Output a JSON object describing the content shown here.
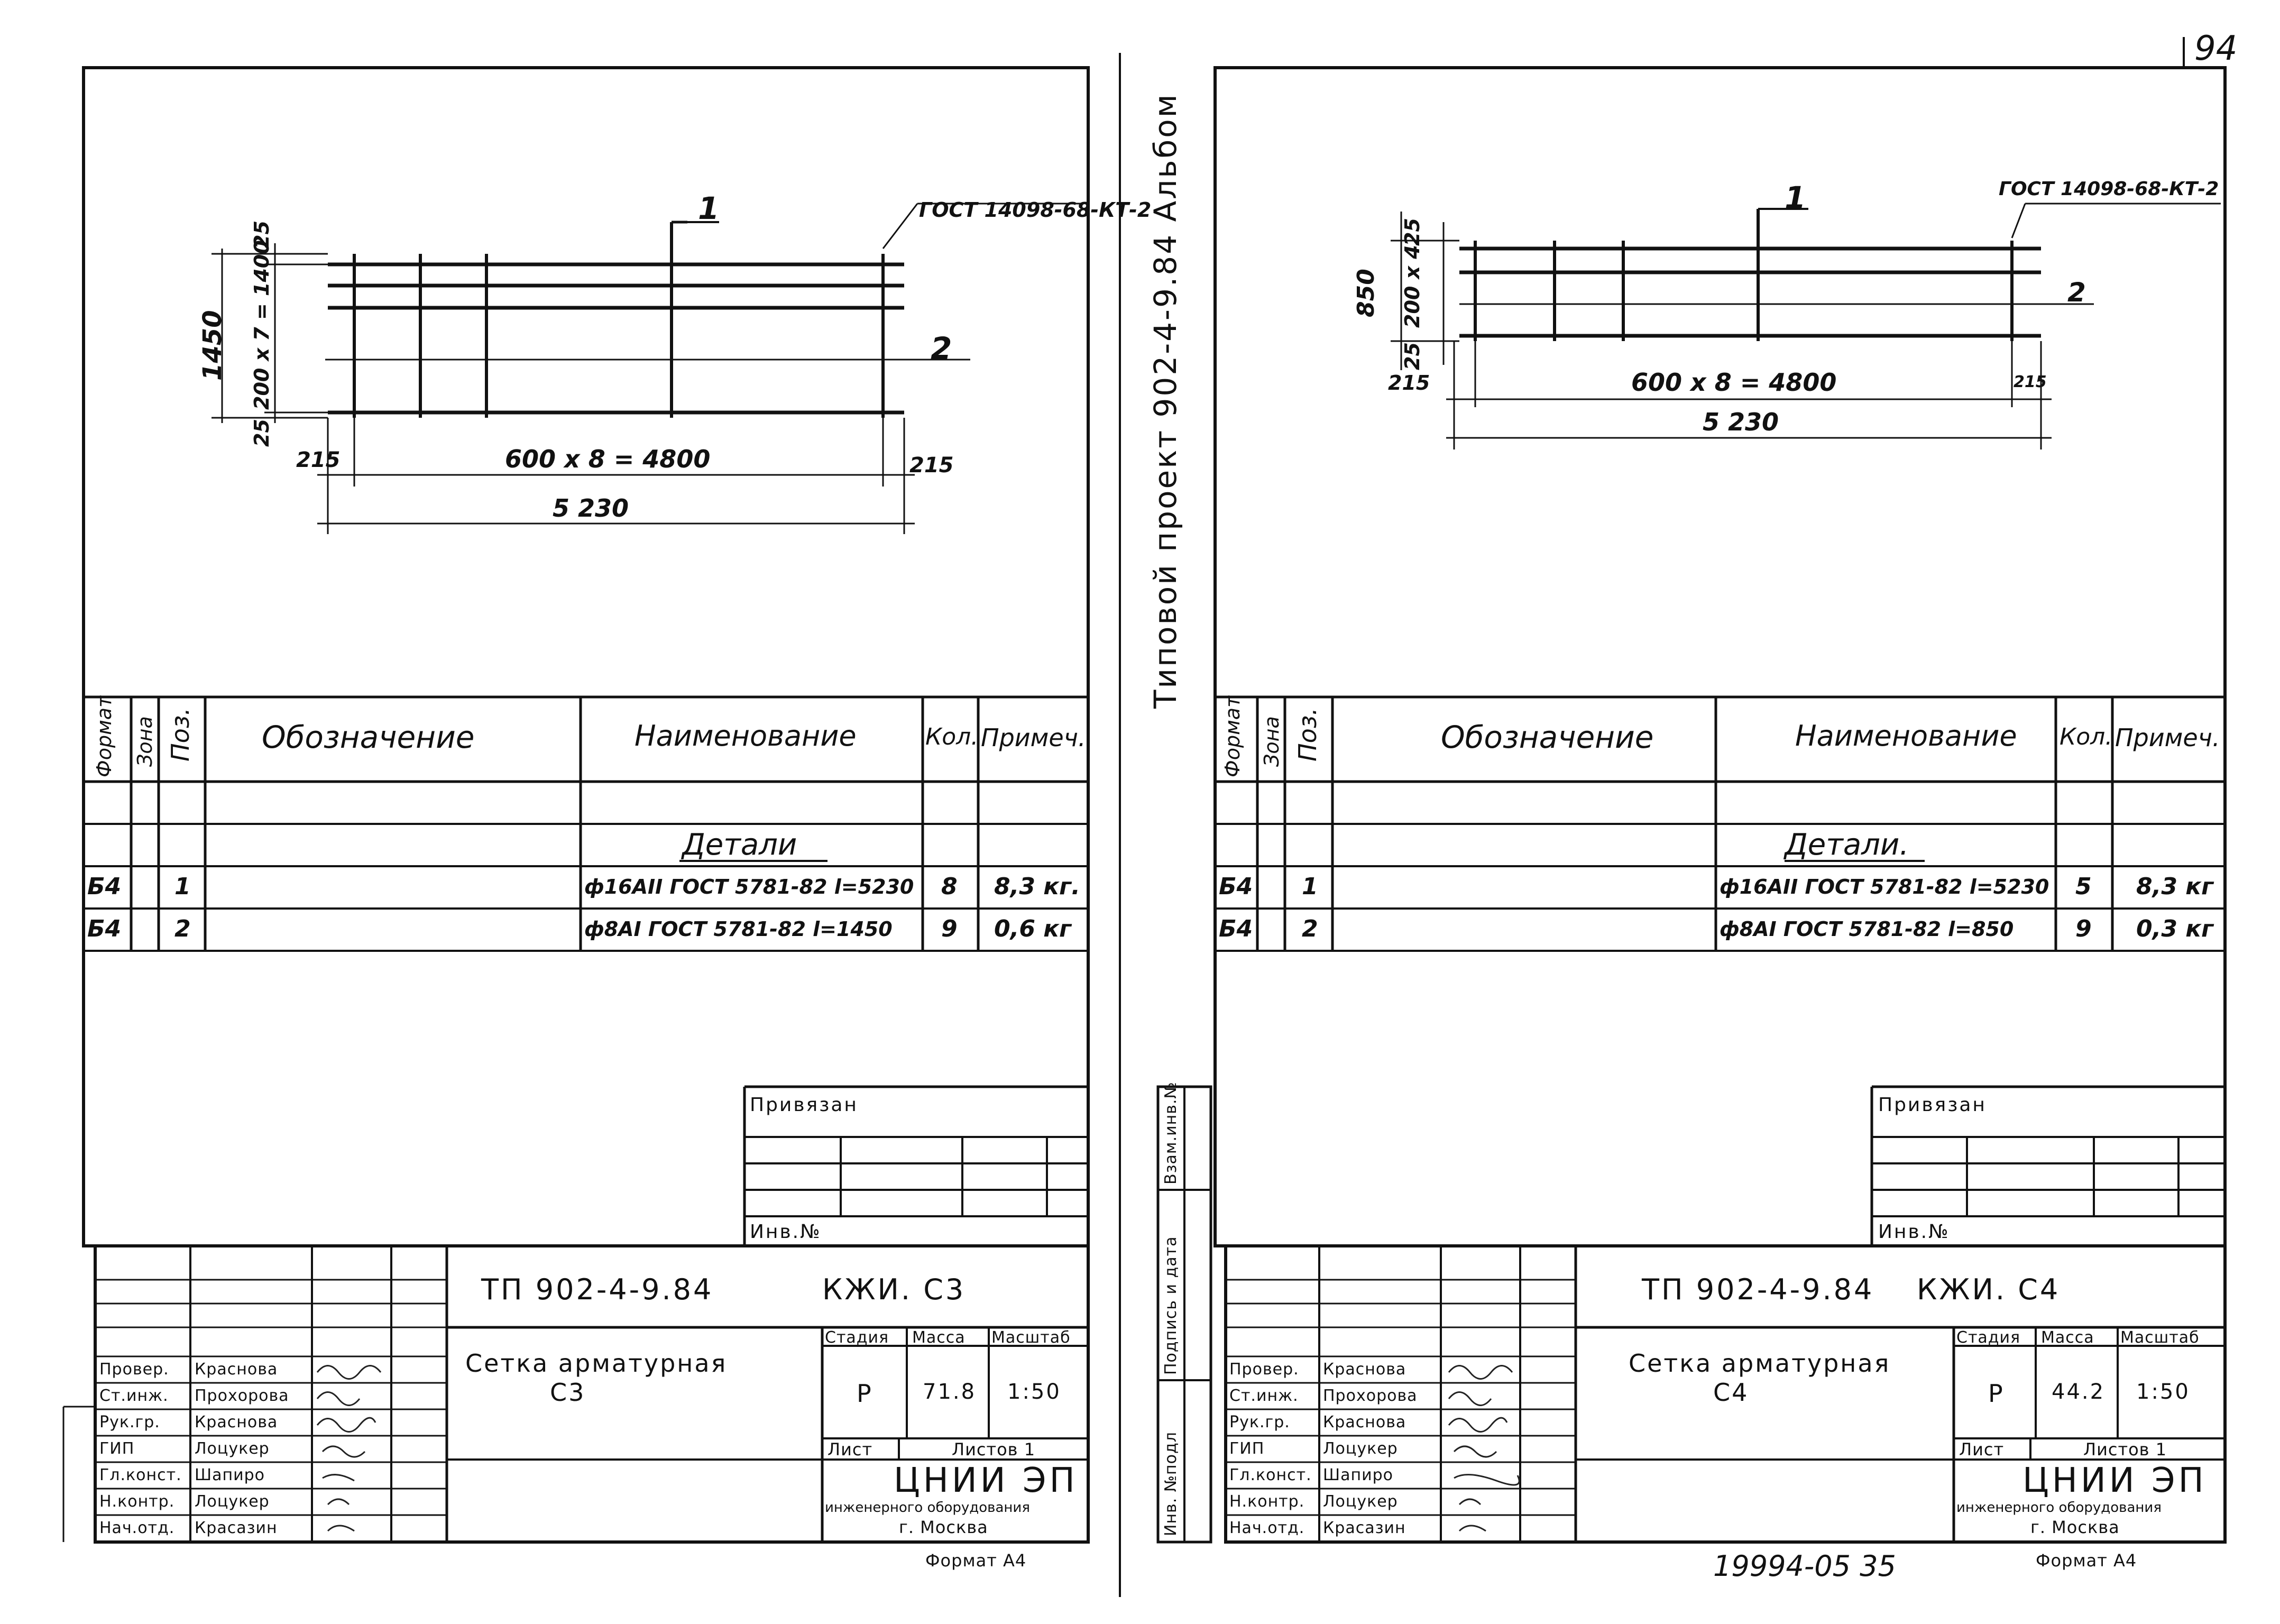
{
  "page_number": "94",
  "side_stamp": "Типовой проект 902-4-9.84 Альбом",
  "handwritten_number": "19994-05 35",
  "side_boxes": [
    "Инв. №подл",
    "Подпись и дата",
    "Взам.инв.№"
  ],
  "sheets": [
    {
      "drawing": {
        "gost_label": "ГОСТ 14098-68-КТ-2",
        "pos1": "1",
        "pos2": "2",
        "dim_total_height": "1450",
        "dim_grid_height": "200 x 7 = 1400",
        "dim_top": "25",
        "dim_bottom": "25",
        "dim_left": "215",
        "dim_right": "215",
        "dim_grid_length": "600 x 8 = 4800",
        "dim_total_length": "5 230"
      },
      "spec": {
        "headers": {
          "format": "Формат",
          "zone": "Зона",
          "pos": "Поз.",
          "designation": "Обозначение",
          "name": "Наименование",
          "qty": "Кол.",
          "note": "Примеч."
        },
        "section": "Детали",
        "rows": [
          {
            "format": "Б4",
            "pos": "1",
            "name": "ф16АII ГОСТ 5781-82 l=5230",
            "qty": "8",
            "note": "8,3 кг."
          },
          {
            "format": "Б4",
            "pos": "2",
            "name": "ф8АI ГОСТ 5781-82 l=1450",
            "qty": "9",
            "note": "0,6 кг"
          }
        ]
      },
      "privyazan": {
        "title": "Привязан",
        "inv": "Инв.№"
      },
      "title_block": {
        "code": "ТП 902-4-9.84",
        "mark": "КЖИ. С3",
        "name_line1": "Сетка арматурная",
        "name_line2": "С3",
        "stage_label": "Стадия",
        "mass_label": "Масса",
        "scale_label": "Масштаб",
        "stage": "Р",
        "mass": "71.8",
        "scale": "1:50",
        "sheet_label": "Лист",
        "sheets_label": "Листов 1",
        "org_name": "ЦНИИ ЭП",
        "org_line2": "инженерного оборудования",
        "org_line3": "г. Москва",
        "format": "Формат А4",
        "signers": [
          {
            "role": "Провер.",
            "name": "Краснова"
          },
          {
            "role": "Ст.инж.",
            "name": "Прохорова"
          },
          {
            "role": "Рук.гр.",
            "name": "Краснова"
          },
          {
            "role": "ГИП",
            "name": "Лоцукер"
          },
          {
            "role": "Гл.конст.",
            "name": "Шапиро"
          },
          {
            "role": "Н.контр.",
            "name": "Лоцукер"
          },
          {
            "role": "Нач.отд.",
            "name": "Красазин"
          }
        ]
      }
    },
    {
      "drawing": {
        "gost_label": "ГОСТ 14098-68-КТ-2",
        "pos1": "1",
        "pos2": "2",
        "dim_total_height": "850",
        "dim_grid_height": "200 x 4",
        "dim_top": "25",
        "dim_bottom": "25",
        "dim_left": "215",
        "dim_right": "215",
        "dim_grid_length": "600 x 8 = 4800",
        "dim_total_length": "5 230"
      },
      "spec": {
        "headers": {
          "format": "Формат",
          "zone": "Зона",
          "pos": "Поз.",
          "designation": "Обозначение",
          "name": "Наименование",
          "qty": "Кол.",
          "note": "Примеч."
        },
        "section": "Детали.",
        "rows": [
          {
            "format": "Б4",
            "pos": "1",
            "name": "ф16АII ГОСТ 5781-82 l=5230",
            "qty": "5",
            "note": "8,3 кг"
          },
          {
            "format": "Б4",
            "pos": "2",
            "name": "ф8АI ГОСТ 5781-82 l=850",
            "qty": "9",
            "note": "0,3 кг"
          }
        ]
      },
      "privyazan": {
        "title": "Привязан",
        "inv": "Инв.№"
      },
      "title_block": {
        "code": "ТП 902-4-9.84",
        "mark": "КЖИ. С4",
        "name_line1": "Сетка арматурная",
        "name_line2": "С4",
        "stage_label": "Стадия",
        "mass_label": "Масса",
        "scale_label": "Масштаб",
        "stage": "Р",
        "mass": "44.2",
        "scale": "1:50",
        "sheet_label": "Лист",
        "sheets_label": "Листов 1",
        "org_name": "ЦНИИ ЭП",
        "org_line2": "инженерного оборудования",
        "org_line3": "г. Москва",
        "format": "Формат А4",
        "signers": [
          {
            "role": "Провер.",
            "name": "Краснова"
          },
          {
            "role": "Ст.инж.",
            "name": "Прохорова"
          },
          {
            "role": "Рук.гр.",
            "name": "Краснова"
          },
          {
            "role": "ГИП",
            "name": "Лоцукер"
          },
          {
            "role": "Гл.конст.",
            "name": "Шапиро"
          },
          {
            "role": "Н.контр.",
            "name": "Лоцукер"
          },
          {
            "role": "Нач.отд.",
            "name": "Красазин"
          }
        ]
      }
    }
  ]
}
